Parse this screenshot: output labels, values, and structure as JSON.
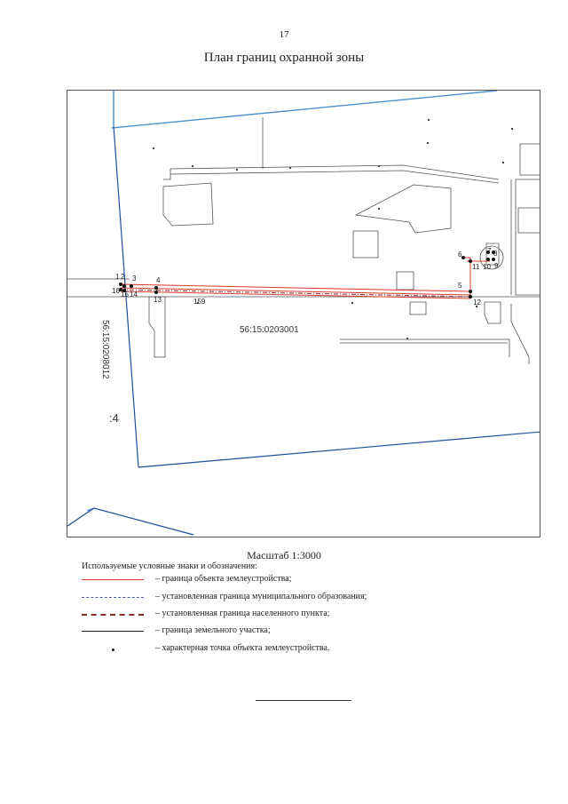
{
  "page_number": "17",
  "title": "План границ охранной зоны",
  "map": {
    "zone_label": "56:15:0203001",
    "adjacent_zone_label": "56:15:0208012",
    "parcel_label": ":4",
    "points": [
      "1",
      "2",
      "3",
      "4",
      "5",
      "6",
      "7",
      "8",
      "9",
      "10",
      "11",
      "12",
      "13",
      "14",
      "15",
      "16",
      "159"
    ]
  },
  "scale": "Масштаб 1:3000",
  "legend": {
    "heading": "Используемые условные знаки и обозначения:",
    "items": [
      {
        "label": "– граница объекта землеустройства;",
        "swatch": "object-boundary",
        "color": "#d9382e"
      },
      {
        "label": "– установленная граница муниципального образования;",
        "swatch": "municipal-boundary",
        "color": "#4a5a9e"
      },
      {
        "label": "– установленная граница населенного пункта;",
        "swatch": "settlement-boundary",
        "color": "#8a2a2a"
      },
      {
        "label": "– граница земельного участка;",
        "swatch": "parcel-boundary",
        "color": "#1a1a2e"
      },
      {
        "label": "– характерная точка объекта землеустройства.",
        "swatch": "characteristic-point",
        "color": "#111111"
      }
    ]
  }
}
